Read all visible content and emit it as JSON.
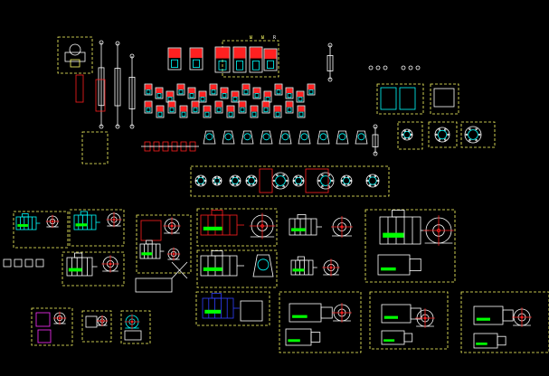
{
  "drawing": {
    "background": "#000000",
    "palette": {
      "frame": "#ffff66",
      "outline": "#ffffff",
      "highlight": "#ff2020",
      "cyan": "#00ffff",
      "blue": "#3040ff",
      "green": "#00ff00",
      "magenta": "#ff30ff"
    },
    "top_labels": [
      "Ы",
      "Ы",
      "R"
    ],
    "symbols": {
      "group_frame": "dashed-frame",
      "motor_side": "motor-side-view",
      "motor_end": "motor-end-view",
      "motor_block": "motor-block",
      "cylinder": "hydraulic-cylinder",
      "valve": "valve-symbol",
      "coupling": "shaft-coupling",
      "bearing": "bearing-housing",
      "flange": "flange-disc"
    }
  }
}
